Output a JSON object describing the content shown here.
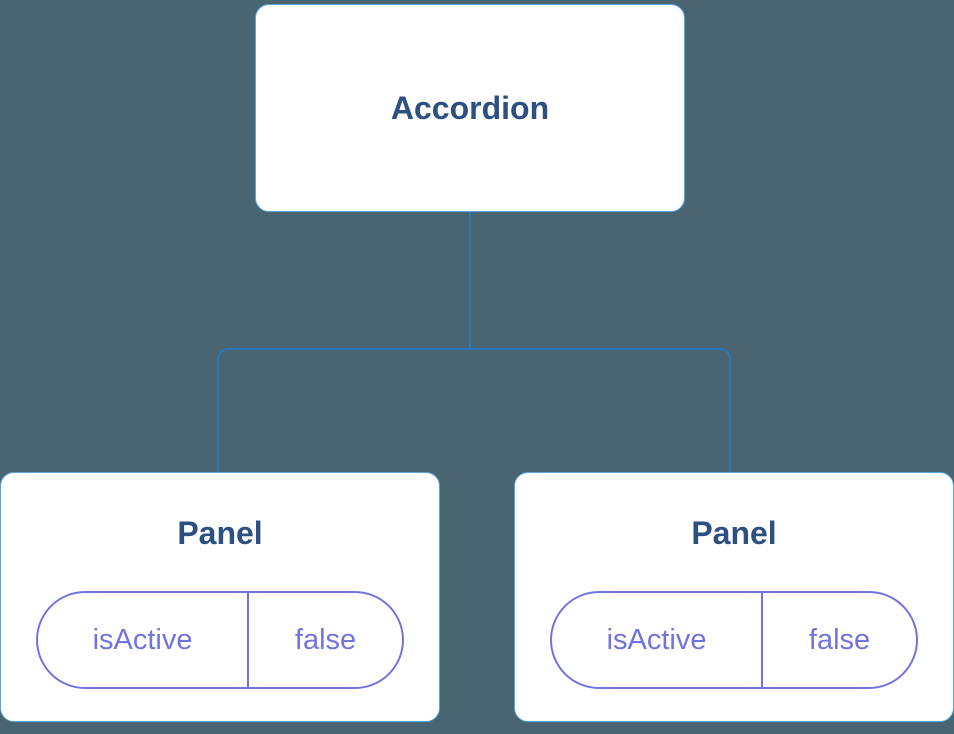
{
  "colors": {
    "background": "#4a6572",
    "box_border": "#59a8dc",
    "connector": "#2878b8",
    "title": "#2d5082",
    "state": "#7373e0"
  },
  "tree": {
    "root": {
      "label": "Accordion"
    },
    "panels": [
      {
        "title": "Panel",
        "state": {
          "key": "isActive",
          "value": "false"
        }
      },
      {
        "title": "Panel",
        "state": {
          "key": "isActive",
          "value": "false"
        }
      }
    ]
  }
}
